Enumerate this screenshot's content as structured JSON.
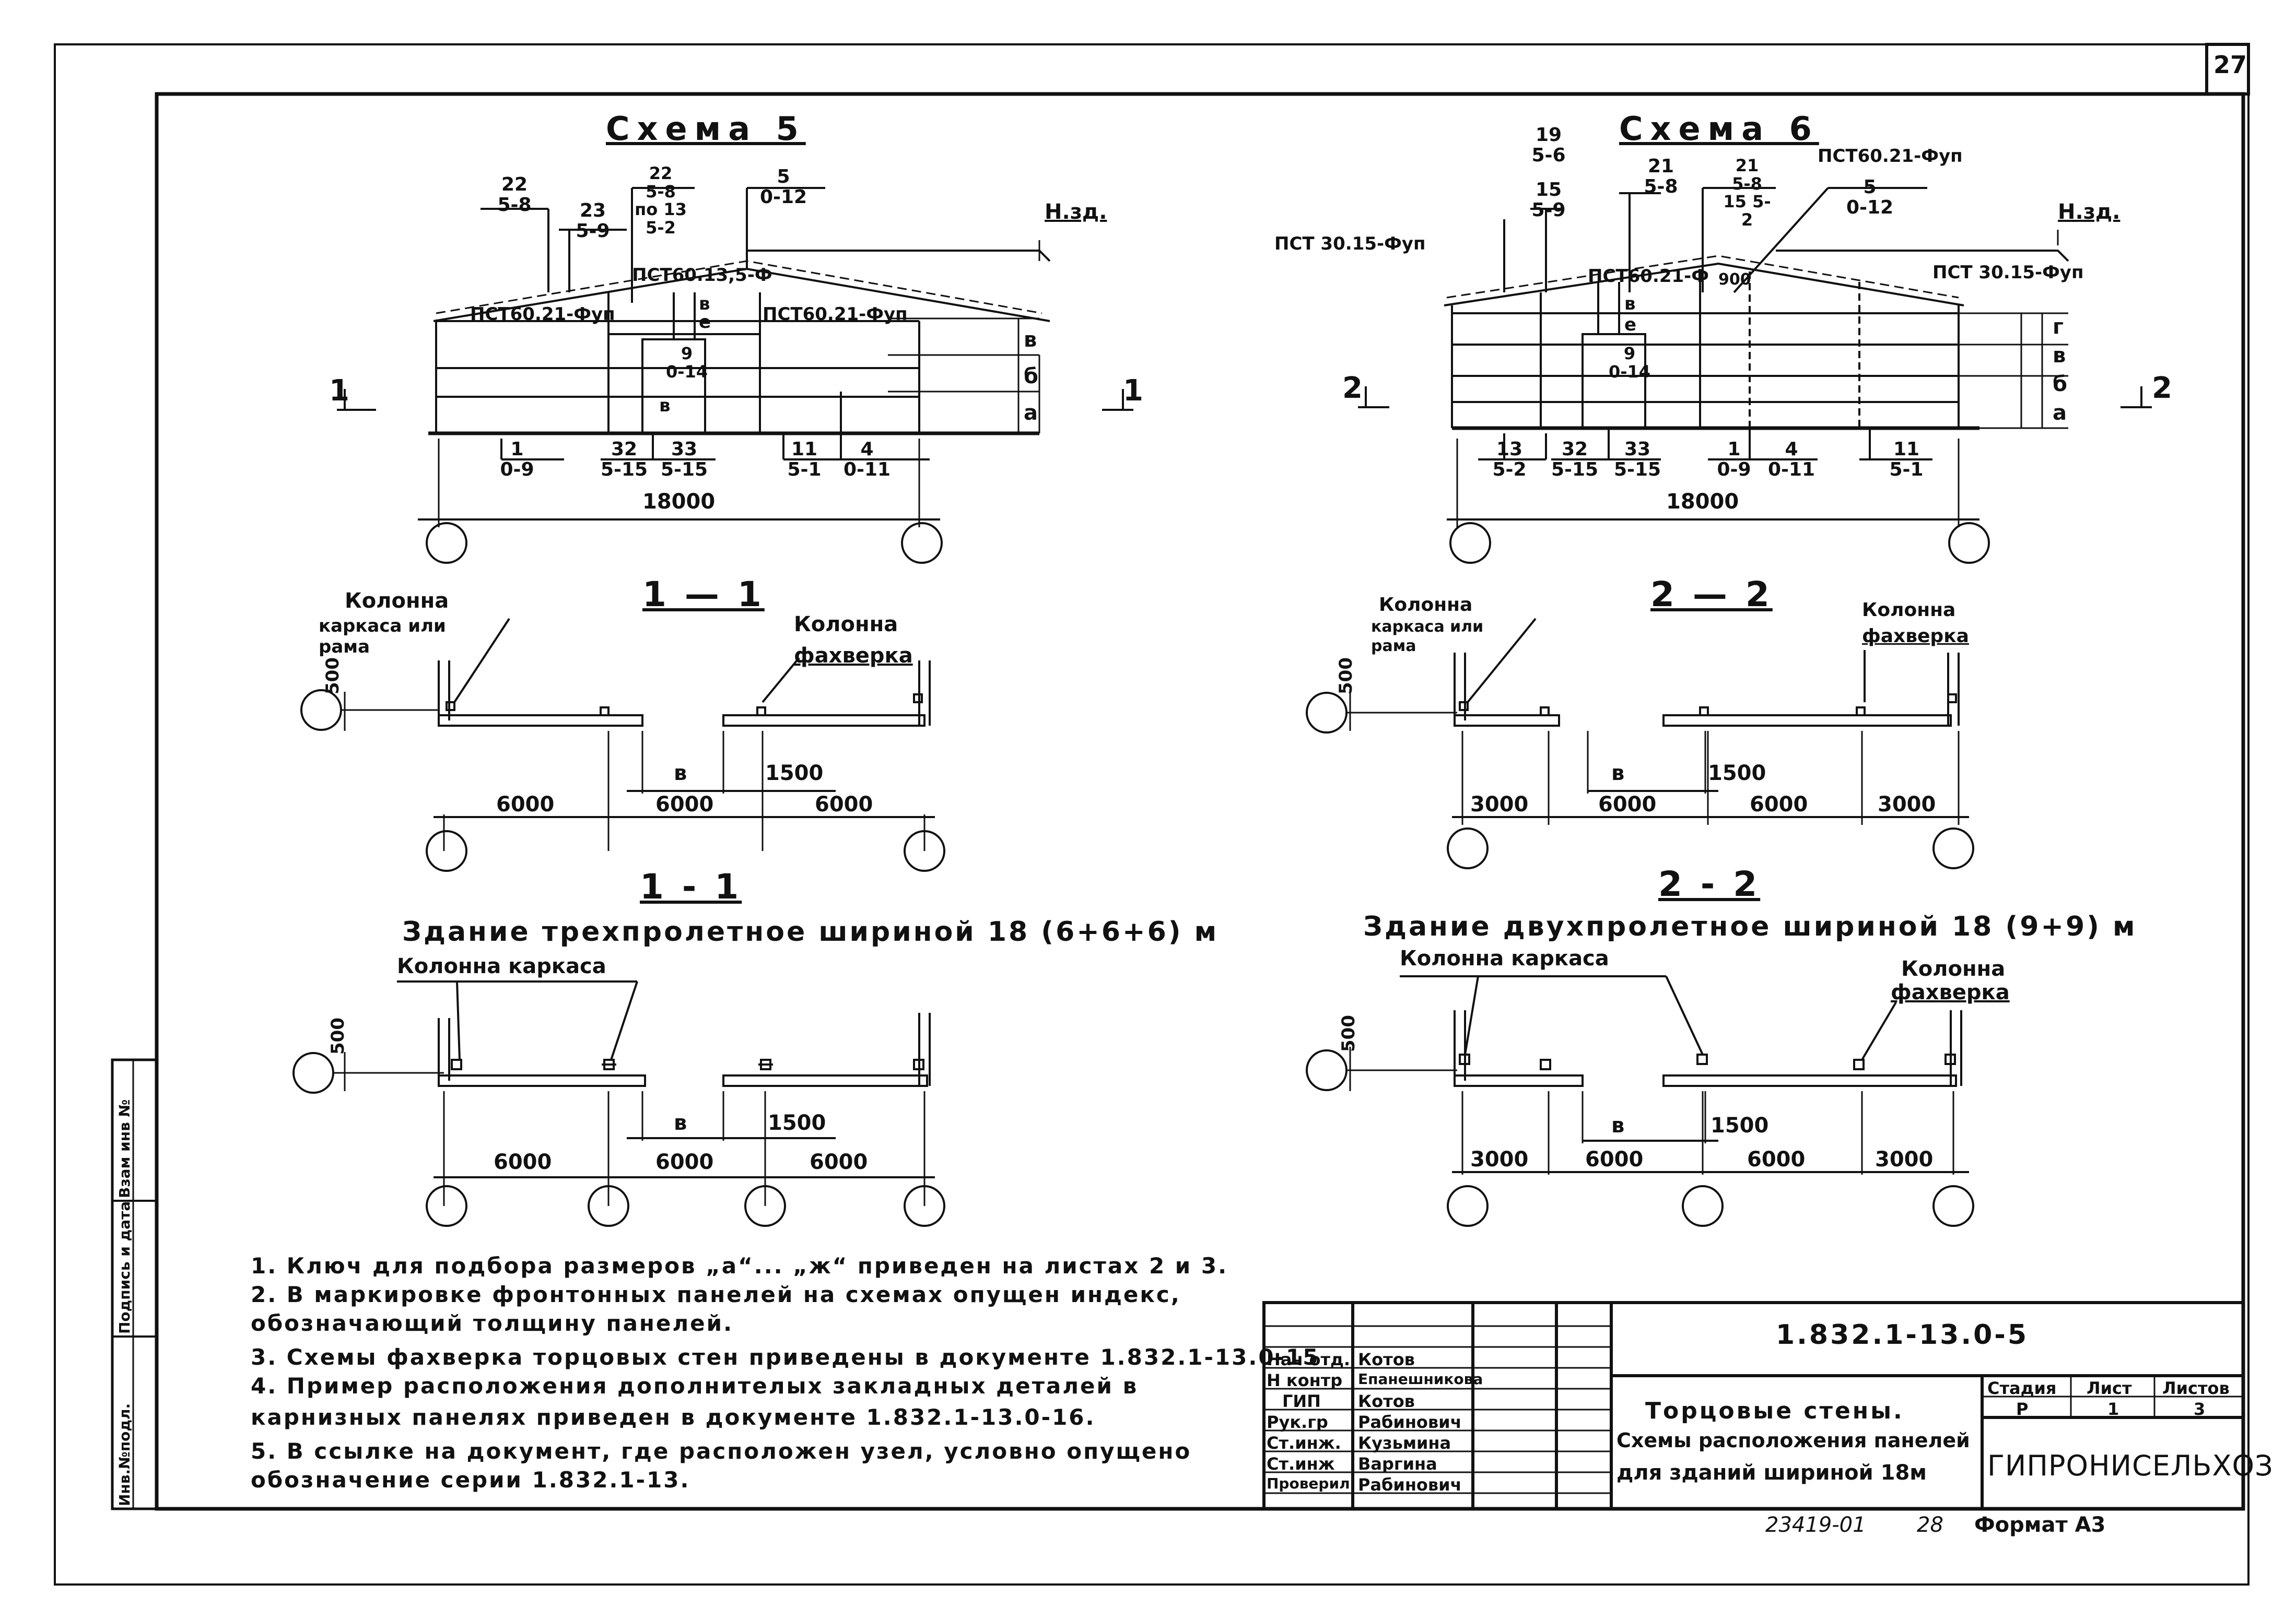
{
  "sheet_number": "27",
  "scheme5": {
    "title": "Схема 5",
    "level_mark": "Н.зд.",
    "cut_mark": "1",
    "panel_left": "ПСТ60.21-Фуп",
    "panel_center": "ПСТ60.13,5-Ф",
    "panel_right": "ПСТ60.21-Фуп",
    "dim_labels": [
      "а",
      "б",
      "в"
    ],
    "inner_labels": [
      "в",
      "е",
      "в"
    ],
    "top_marks": [
      {
        "num": "22",
        "ref": "5-8"
      },
      {
        "num": "23",
        "ref": "5-9"
      },
      {
        "num": "22",
        "ref": "5-8 по 13 5-2"
      },
      {
        "num": "5",
        "ref": "0-12"
      }
    ],
    "door_mark": {
      "num": "9",
      "ref": "0-14"
    },
    "bottom_marks": [
      {
        "num": "1",
        "ref": "0-9"
      },
      {
        "num": "32",
        "ref": "5-15"
      },
      {
        "num": "33",
        "ref": "5-15"
      },
      {
        "num": "11",
        "ref": "5-1"
      },
      {
        "num": "4",
        "ref": "0-11"
      }
    ],
    "span": "18000"
  },
  "scheme6": {
    "title": "Схема 6",
    "level_mark": "Н.зд.",
    "cut_mark": "2",
    "panel_left": "ПСТ 30.15-Фуп",
    "panel_top": "ПСТ60.21-Фуп",
    "panel_center": "ПСТ60.21-Ф",
    "panel_right": "ПСТ 30.15-Фуп",
    "dim_900": "900",
    "dim_labels": [
      "а",
      "б",
      "в",
      "г"
    ],
    "inner_labels": [
      "в",
      "е"
    ],
    "top_marks": [
      {
        "num": "19",
        "ref": "5-6"
      },
      {
        "num": "15",
        "ref": "5-9"
      },
      {
        "num": "21",
        "ref": "5-8"
      },
      {
        "num": "21",
        "ref": "5-8 15 5-2"
      },
      {
        "num": "5",
        "ref": "0-12"
      }
    ],
    "door_mark": {
      "num": "9",
      "ref": "0-14"
    },
    "bottom_marks": [
      {
        "num": "13",
        "ref": "5-2"
      },
      {
        "num": "32",
        "ref": "5-15"
      },
      {
        "num": "33",
        "ref": "5-15"
      },
      {
        "num": "1",
        "ref": "0-9"
      },
      {
        "num": "4",
        "ref": "0-11"
      },
      {
        "num": "11",
        "ref": "5-1"
      }
    ],
    "span": "18000"
  },
  "sections": {
    "s1a": {
      "title": "1 — 1",
      "col1": "Колонна",
      "col1b": "каркаса или",
      "col1c": "рама",
      "col2": "Колонна",
      "col2b": "фахверка",
      "d500": "500",
      "dims": [
        "6000",
        "6000",
        "6000"
      ],
      "b": "в",
      "d1500": "1500"
    },
    "s2a": {
      "title": "2 — 2",
      "col1": "Колонна",
      "col1b": "каркаса или",
      "col1c": "рама",
      "col2": "Колонна",
      "col2b": "фахверка",
      "d500": "500",
      "dims": [
        "3000",
        "6000",
        "6000",
        "3000"
      ],
      "b": "в",
      "d1500": "1500"
    },
    "s1b": {
      "title": "1 - 1",
      "caption": "Здание трехпролетное шириной 18 (6+6+6) м",
      "col1": "Колонна каркаса",
      "d500": "500",
      "dims": [
        "6000",
        "6000",
        "6000"
      ],
      "b": "в",
      "d1500": "1500"
    },
    "s2b": {
      "title": "2 - 2",
      "caption": "Здание двухпролетное шириной 18 (9+9) м",
      "col1": "Колонна каркаса",
      "col2": "Колонна",
      "col2b": "фахверка",
      "d500": "500",
      "dims": [
        "3000",
        "6000",
        "6000",
        "3000"
      ],
      "b": "в",
      "d1500": "1500"
    }
  },
  "notes": [
    "1.  Ключ для подбора размеров „а“... „ж“ приведен на листах 2 и 3.",
    "2.  В маркировке фронтонных панелей на схемах опущен индекс,",
    "     обозначающий толщину панелей.",
    "3.  Схемы фахверка торцовых стен приведены в документе 1.832.1-13.0-15",
    "4.  Пример расположения дополнителых закладных деталей в",
    "     карнизных панелях приведен  в документе  1.832.1-13.0-16.",
    "5.  В ссылке на документ, где расположен узел, условно опущено",
    "     обозначение серии 1.832.1-13."
  ],
  "side_stamp": [
    "Инв.№подл.",
    "Подпись и дата",
    "Взам инв №"
  ],
  "title_block": {
    "doc_code": "1.832.1-13.0-5",
    "roles": [
      {
        "role": "Нач отд.",
        "name": "Котов"
      },
      {
        "role": "Н контр",
        "name": "Епанешникова"
      },
      {
        "role": "ГИП",
        "name": "Котов"
      },
      {
        "role": "Рук.гр",
        "name": "Рабинович"
      },
      {
        "role": "Ст.инж.",
        "name": "Кузьмина"
      },
      {
        "role": "Ст.инж",
        "name": "Варгина"
      },
      {
        "role": "Проверил",
        "name": "Рабинович"
      }
    ],
    "title_line1": "Торцовые стены.",
    "title_line2": "Схемы расположения панелей",
    "title_line3": "для зданий шириной 18м",
    "stage_h": "Стадия",
    "sheet_h": "Лист",
    "sheets_h": "Листов",
    "stage_v": "Р",
    "sheet_v": "1",
    "sheets_v": "3",
    "org": "ГИПРОНИСЕЛЬХОЗ"
  },
  "footer": {
    "inv": "23419-01",
    "page": "28",
    "format": "Формат А3"
  }
}
